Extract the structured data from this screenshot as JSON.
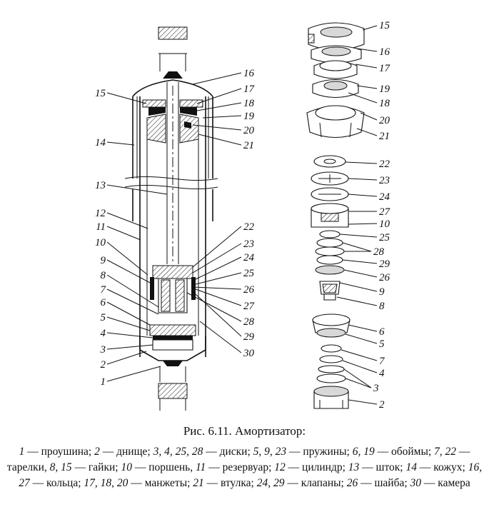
{
  "caption": "Рис. 6.11. Амортизатор:",
  "legend": [
    {
      "nums": "1",
      "text": " — проушина; "
    },
    {
      "nums": "2",
      "text": " — днище; "
    },
    {
      "nums": "3, 4, 25, 28",
      "text": " — диски; "
    },
    {
      "nums": "5, 9, 23",
      "text": " — пружины; "
    },
    {
      "nums": "6, 19",
      "text": " — обоймы; "
    },
    {
      "nums": "7, 22",
      "text": " — тарелки, "
    },
    {
      "nums": "8, 15",
      "text": " — гайки; "
    },
    {
      "nums": "10",
      "text": " — поршень, "
    },
    {
      "nums": "11",
      "text": " — резервуар; "
    },
    {
      "nums": "12",
      "text": " — цилиндр; "
    },
    {
      "nums": "13",
      "text": " — шток; "
    },
    {
      "nums": "14",
      "text": " — кожух; "
    },
    {
      "nums": "16, 27",
      "text": " — кольца; "
    },
    {
      "nums": "17, 18, 20",
      "text": " — манжеты; "
    },
    {
      "nums": "21",
      "text": " — втулка; "
    },
    {
      "nums": "24, 29",
      "text": " — клапаны; "
    },
    {
      "nums": "26",
      "text": " — шайба; "
    },
    {
      "nums": "30",
      "text": " — камера"
    }
  ],
  "labels": {
    "main_left": [
      "15",
      "14",
      "13",
      "12",
      "11",
      "10",
      "9",
      "8",
      "7",
      "6",
      "5",
      "4",
      "3",
      "2",
      "1"
    ],
    "main_right": [
      "16",
      "17",
      "18",
      "19",
      "20",
      "21",
      "22",
      "23",
      "24",
      "25",
      "26",
      "27",
      "28",
      "29",
      "30"
    ],
    "exploded_top": [
      "15",
      "16",
      "17",
      "19",
      "18",
      "20",
      "21"
    ],
    "exploded_middle": [
      "22",
      "23",
      "24",
      "27",
      "10",
      "25",
      "28",
      "29",
      "26",
      "9",
      "8"
    ],
    "exploded_bottom": [
      "6",
      "5",
      "7",
      "4",
      "3",
      "2"
    ]
  }
}
